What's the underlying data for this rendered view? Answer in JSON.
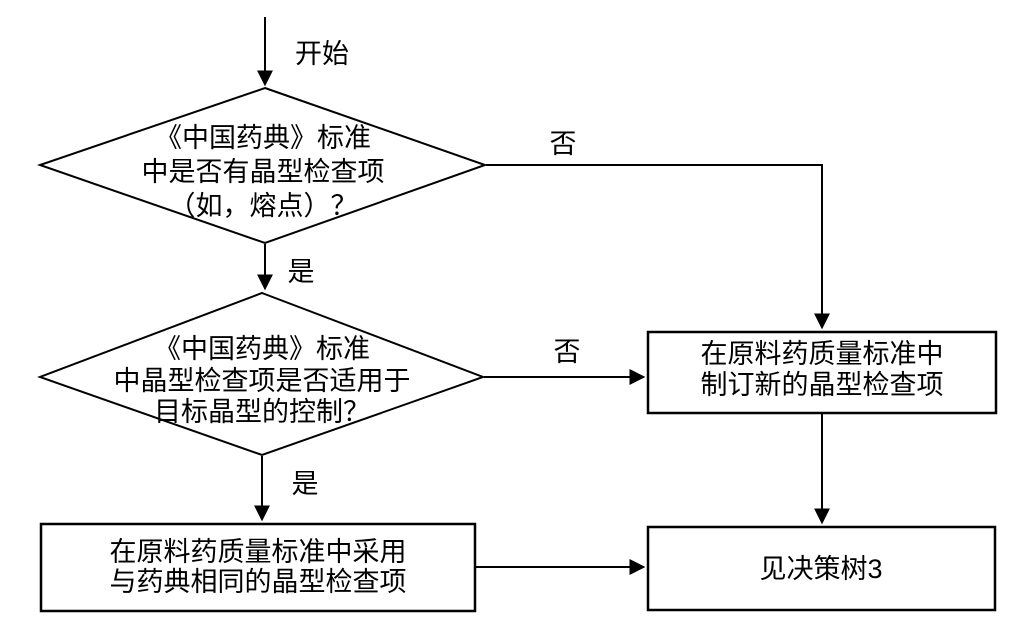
{
  "diagram": {
    "background_color": "#ffffff",
    "line_color": "#000000",
    "text_color": "#000000",
    "start_label": "开始",
    "decision1": {
      "line1": "《中国药典》标准",
      "line2": "中是否有晶型检查项",
      "line3": "（如，熔点）？"
    },
    "decision2": {
      "line1": "《中国药典》标准",
      "line2": "中晶型检查项是否适用于",
      "line3": "目标晶型的控制？"
    },
    "process_new_check": {
      "line1": "在原料药质量标准中",
      "line2": "制订新的晶型检查项"
    },
    "process_same_check": {
      "line1": "在原料药质量标准中采用",
      "line2": "与药典相同的晶型检查项"
    },
    "terminal": {
      "label": "见决策树3"
    },
    "edge_labels": {
      "d1_yes": "是",
      "d1_no": "否",
      "d2_yes": "是",
      "d2_no": "否"
    }
  }
}
